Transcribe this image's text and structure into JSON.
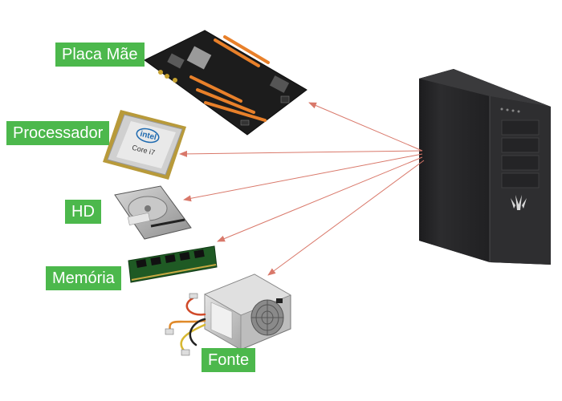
{
  "labels": {
    "placa_mae": "Placa Mãe",
    "processador": "Processador",
    "hd": "HD",
    "memoria": "Memória",
    "fonte": "Fonte"
  },
  "cpu_chip": {
    "brand": "intel",
    "model": "Core i7"
  },
  "colors": {
    "label_bg": "#4cb84c",
    "label_text": "#ffffff",
    "arrow": "#d9786a",
    "tower": "#2a2a2c"
  }
}
